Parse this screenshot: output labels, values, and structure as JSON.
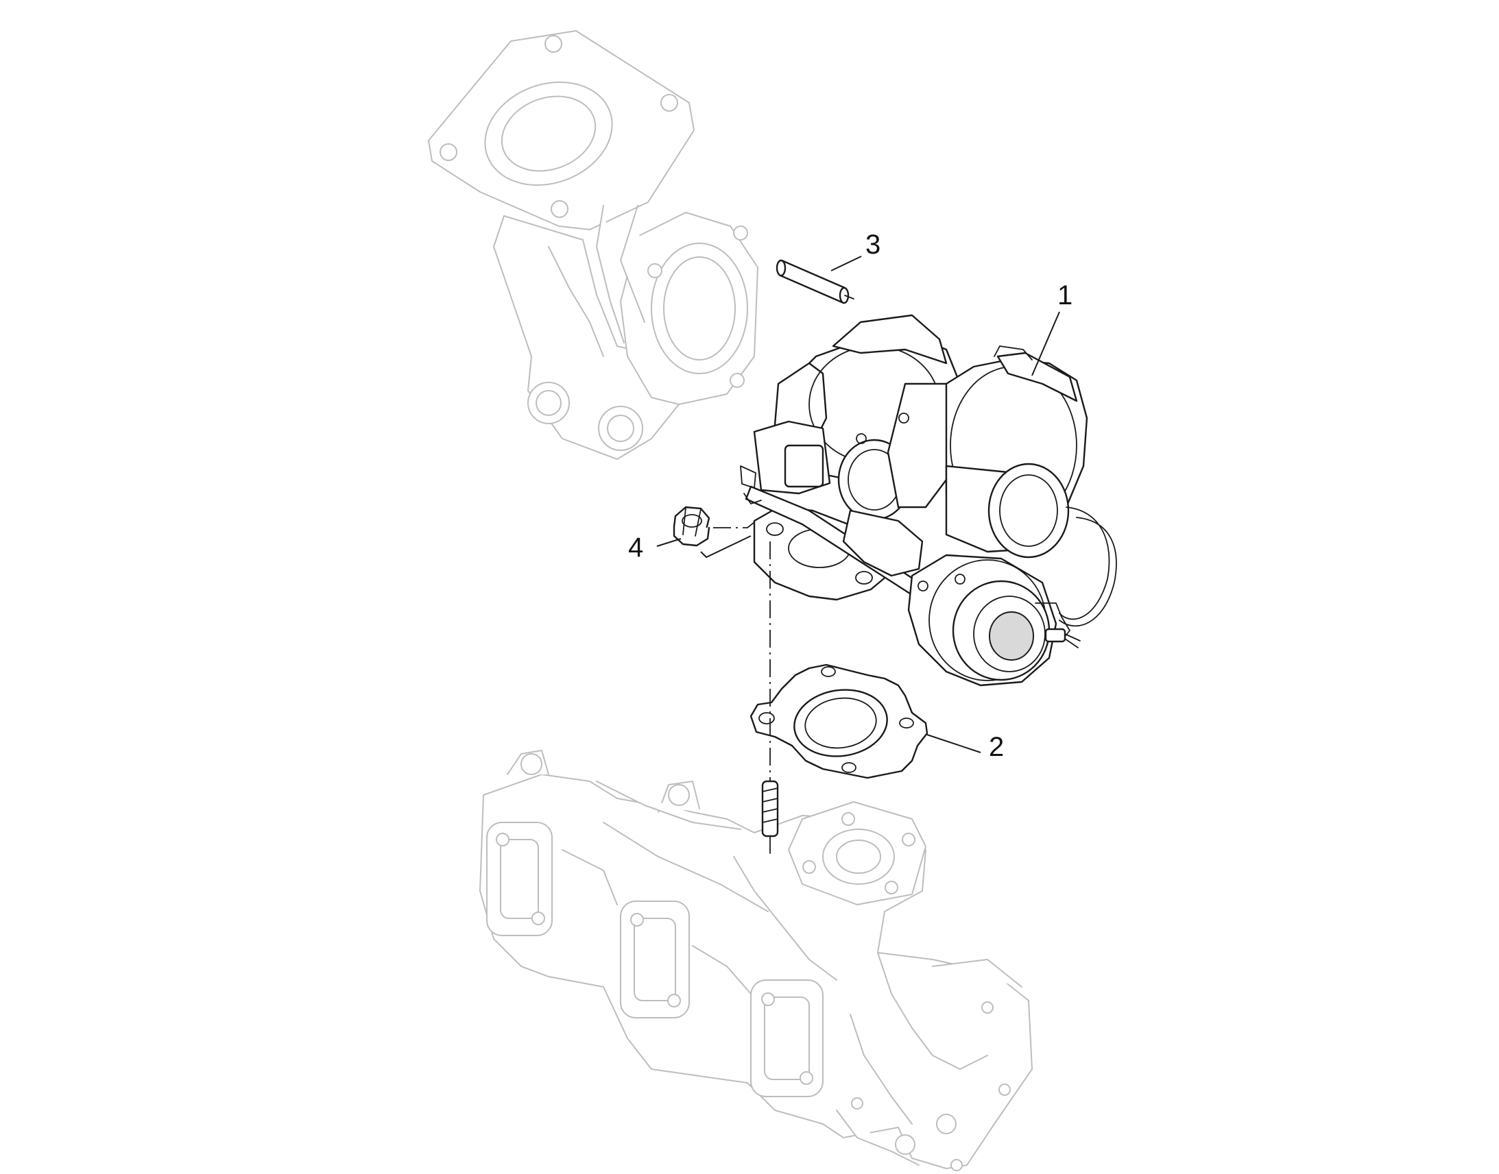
{
  "callouts": {
    "turbocharger": "1",
    "gasket": "2",
    "stud": "3",
    "nut": "4"
  }
}
